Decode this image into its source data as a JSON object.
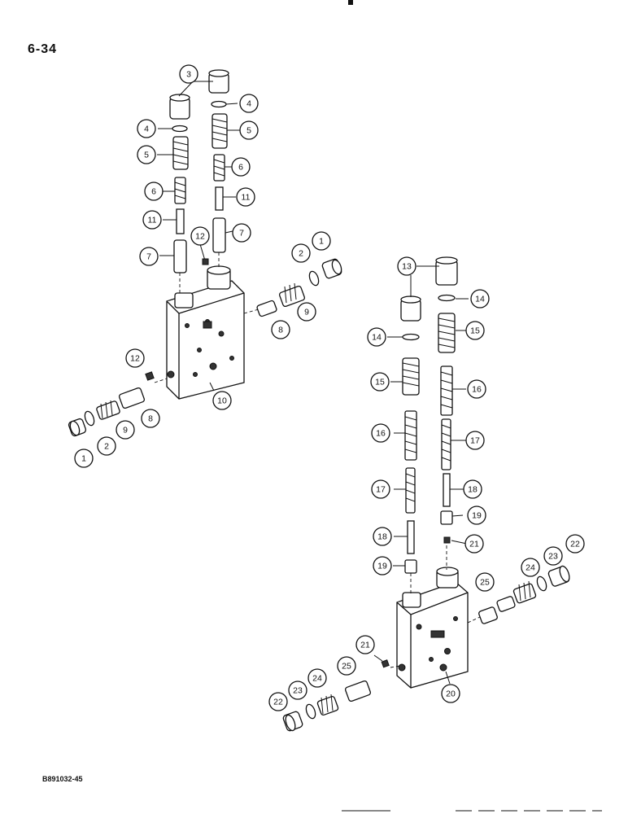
{
  "page": {
    "number": "6-34",
    "figure_code": "B891032-45"
  },
  "callouts": {
    "upper": [
      "3",
      "4",
      "4",
      "5",
      "5",
      "6",
      "6",
      "11",
      "11",
      "7",
      "7",
      "12",
      "2",
      "1",
      "9",
      "8",
      "10",
      "12",
      "8",
      "9",
      "2",
      "1"
    ],
    "lower": [
      "13",
      "14",
      "14",
      "15",
      "15",
      "16",
      "16",
      "17",
      "17",
      "18",
      "18",
      "19",
      "19",
      "21",
      "22",
      "23",
      "24",
      "25",
      "20",
      "21",
      "25",
      "24",
      "23",
      "22"
    ]
  },
  "colors": {
    "ink": "#111111",
    "paper": "#ffffff"
  }
}
